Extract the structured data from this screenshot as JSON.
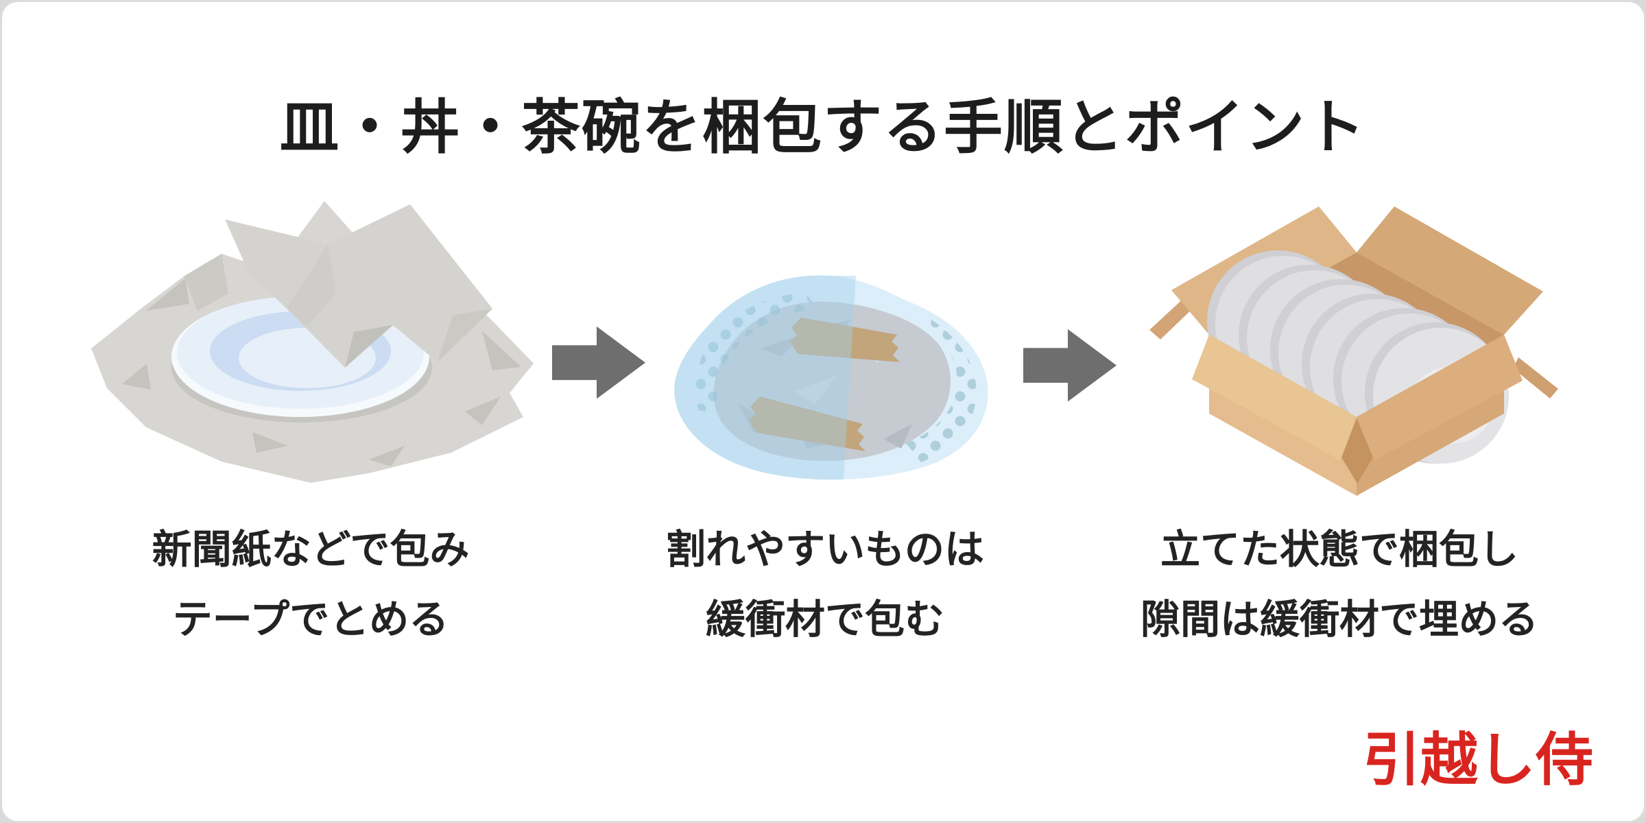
{
  "infographic": {
    "title": "皿・丼・茶碗を梱包する手順とポイント",
    "steps": [
      {
        "illustration": "plate-wrapped-in-newspaper",
        "caption_line1": "新聞紙などで包み",
        "caption_line2": "テープでとめる"
      },
      {
        "illustration": "plate-wrapped-in-bubble-wrap-with-tape",
        "caption_line1": "割れやすいものは",
        "caption_line2": "緩衝材で包む"
      },
      {
        "illustration": "plates-standing-upright-in-cardboard-box",
        "caption_line1": "立てた状態で梱包し",
        "caption_line2": "隙間は緩衝材で埋める"
      }
    ],
    "logo_text": "引越し侍",
    "colors": {
      "background": "#ffffff",
      "border": "#dcdcdc",
      "title_text": "#1d1d1d",
      "caption_text": "#232323",
      "arrow": "#6e6e6e",
      "logo_red": "#d9251f",
      "newspaper_gray": "#d7d6d2",
      "plate_blue": "#e7eff9",
      "bubble_wrap_blue": "#d9ebf8",
      "bubble_dot_teal": "#9ec5cf",
      "tape_brown": "#c2a57b",
      "cardboard_tan": "#e4bc8d",
      "stacked_plate_gray": "#dfdfe2"
    }
  }
}
